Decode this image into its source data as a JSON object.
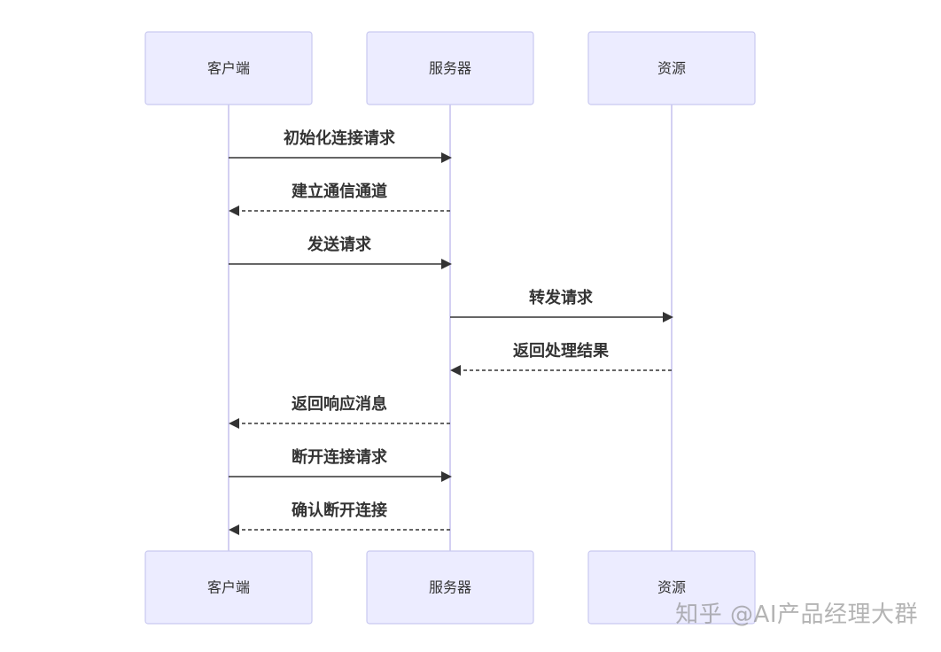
{
  "actors": [
    {
      "id": "client",
      "label": "客户端"
    },
    {
      "id": "server",
      "label": "服务器"
    },
    {
      "id": "resource",
      "label": "资源"
    }
  ],
  "messages": [
    {
      "from": "client",
      "to": "server",
      "label": "初始化连接请求",
      "style": "solid"
    },
    {
      "from": "server",
      "to": "client",
      "label": "建立通信通道",
      "style": "dashed"
    },
    {
      "from": "client",
      "to": "server",
      "label": "发送请求",
      "style": "solid"
    },
    {
      "from": "server",
      "to": "resource",
      "label": "转发请求",
      "style": "solid"
    },
    {
      "from": "resource",
      "to": "server",
      "label": "返回处理结果",
      "style": "dashed"
    },
    {
      "from": "server",
      "to": "client",
      "label": "返回响应消息",
      "style": "dashed"
    },
    {
      "from": "client",
      "to": "server",
      "label": "断开连接请求",
      "style": "solid"
    },
    {
      "from": "server",
      "to": "client",
      "label": "确认断开连接",
      "style": "dashed"
    }
  ],
  "colors": {
    "actor_fill": "#ECECFF",
    "actor_stroke": "#C9C9F0",
    "lifeline": "#D3D0F2",
    "text": "#333333"
  },
  "watermark": "知乎 @AI产品经理大群"
}
